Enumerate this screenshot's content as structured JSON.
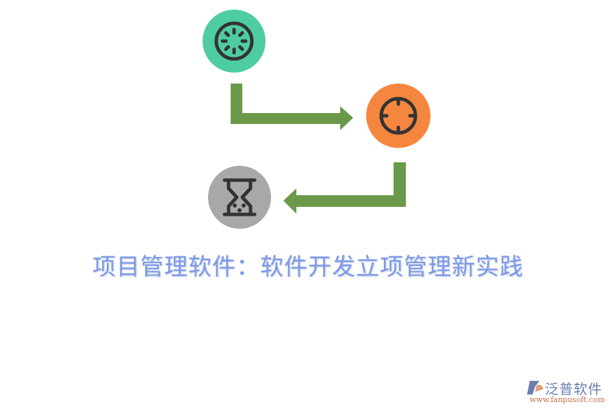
{
  "diagram": {
    "title": "项目管理软件：软件开发立项管理新实践",
    "title_color": "#7d9ae6",
    "steps": [
      {
        "id": "step-1",
        "icon": "loading-spinner-icon",
        "color": "#4ecca3"
      },
      {
        "id": "step-2",
        "icon": "crosshair-target-icon",
        "color": "#f5863f"
      },
      {
        "id": "step-3",
        "icon": "hourglass-icon",
        "color": "#a8a8a8"
      }
    ],
    "arrows": [
      {
        "from": "step-1",
        "to": "step-2",
        "direction": "down-then-right"
      },
      {
        "from": "step-2",
        "to": "step-3",
        "direction": "down-then-left"
      }
    ],
    "arrow_color": "#6a994a",
    "icon_stroke_color": "#333333"
  },
  "logo": {
    "name": "泛普软件",
    "url": "www.fanpusoft.com"
  }
}
